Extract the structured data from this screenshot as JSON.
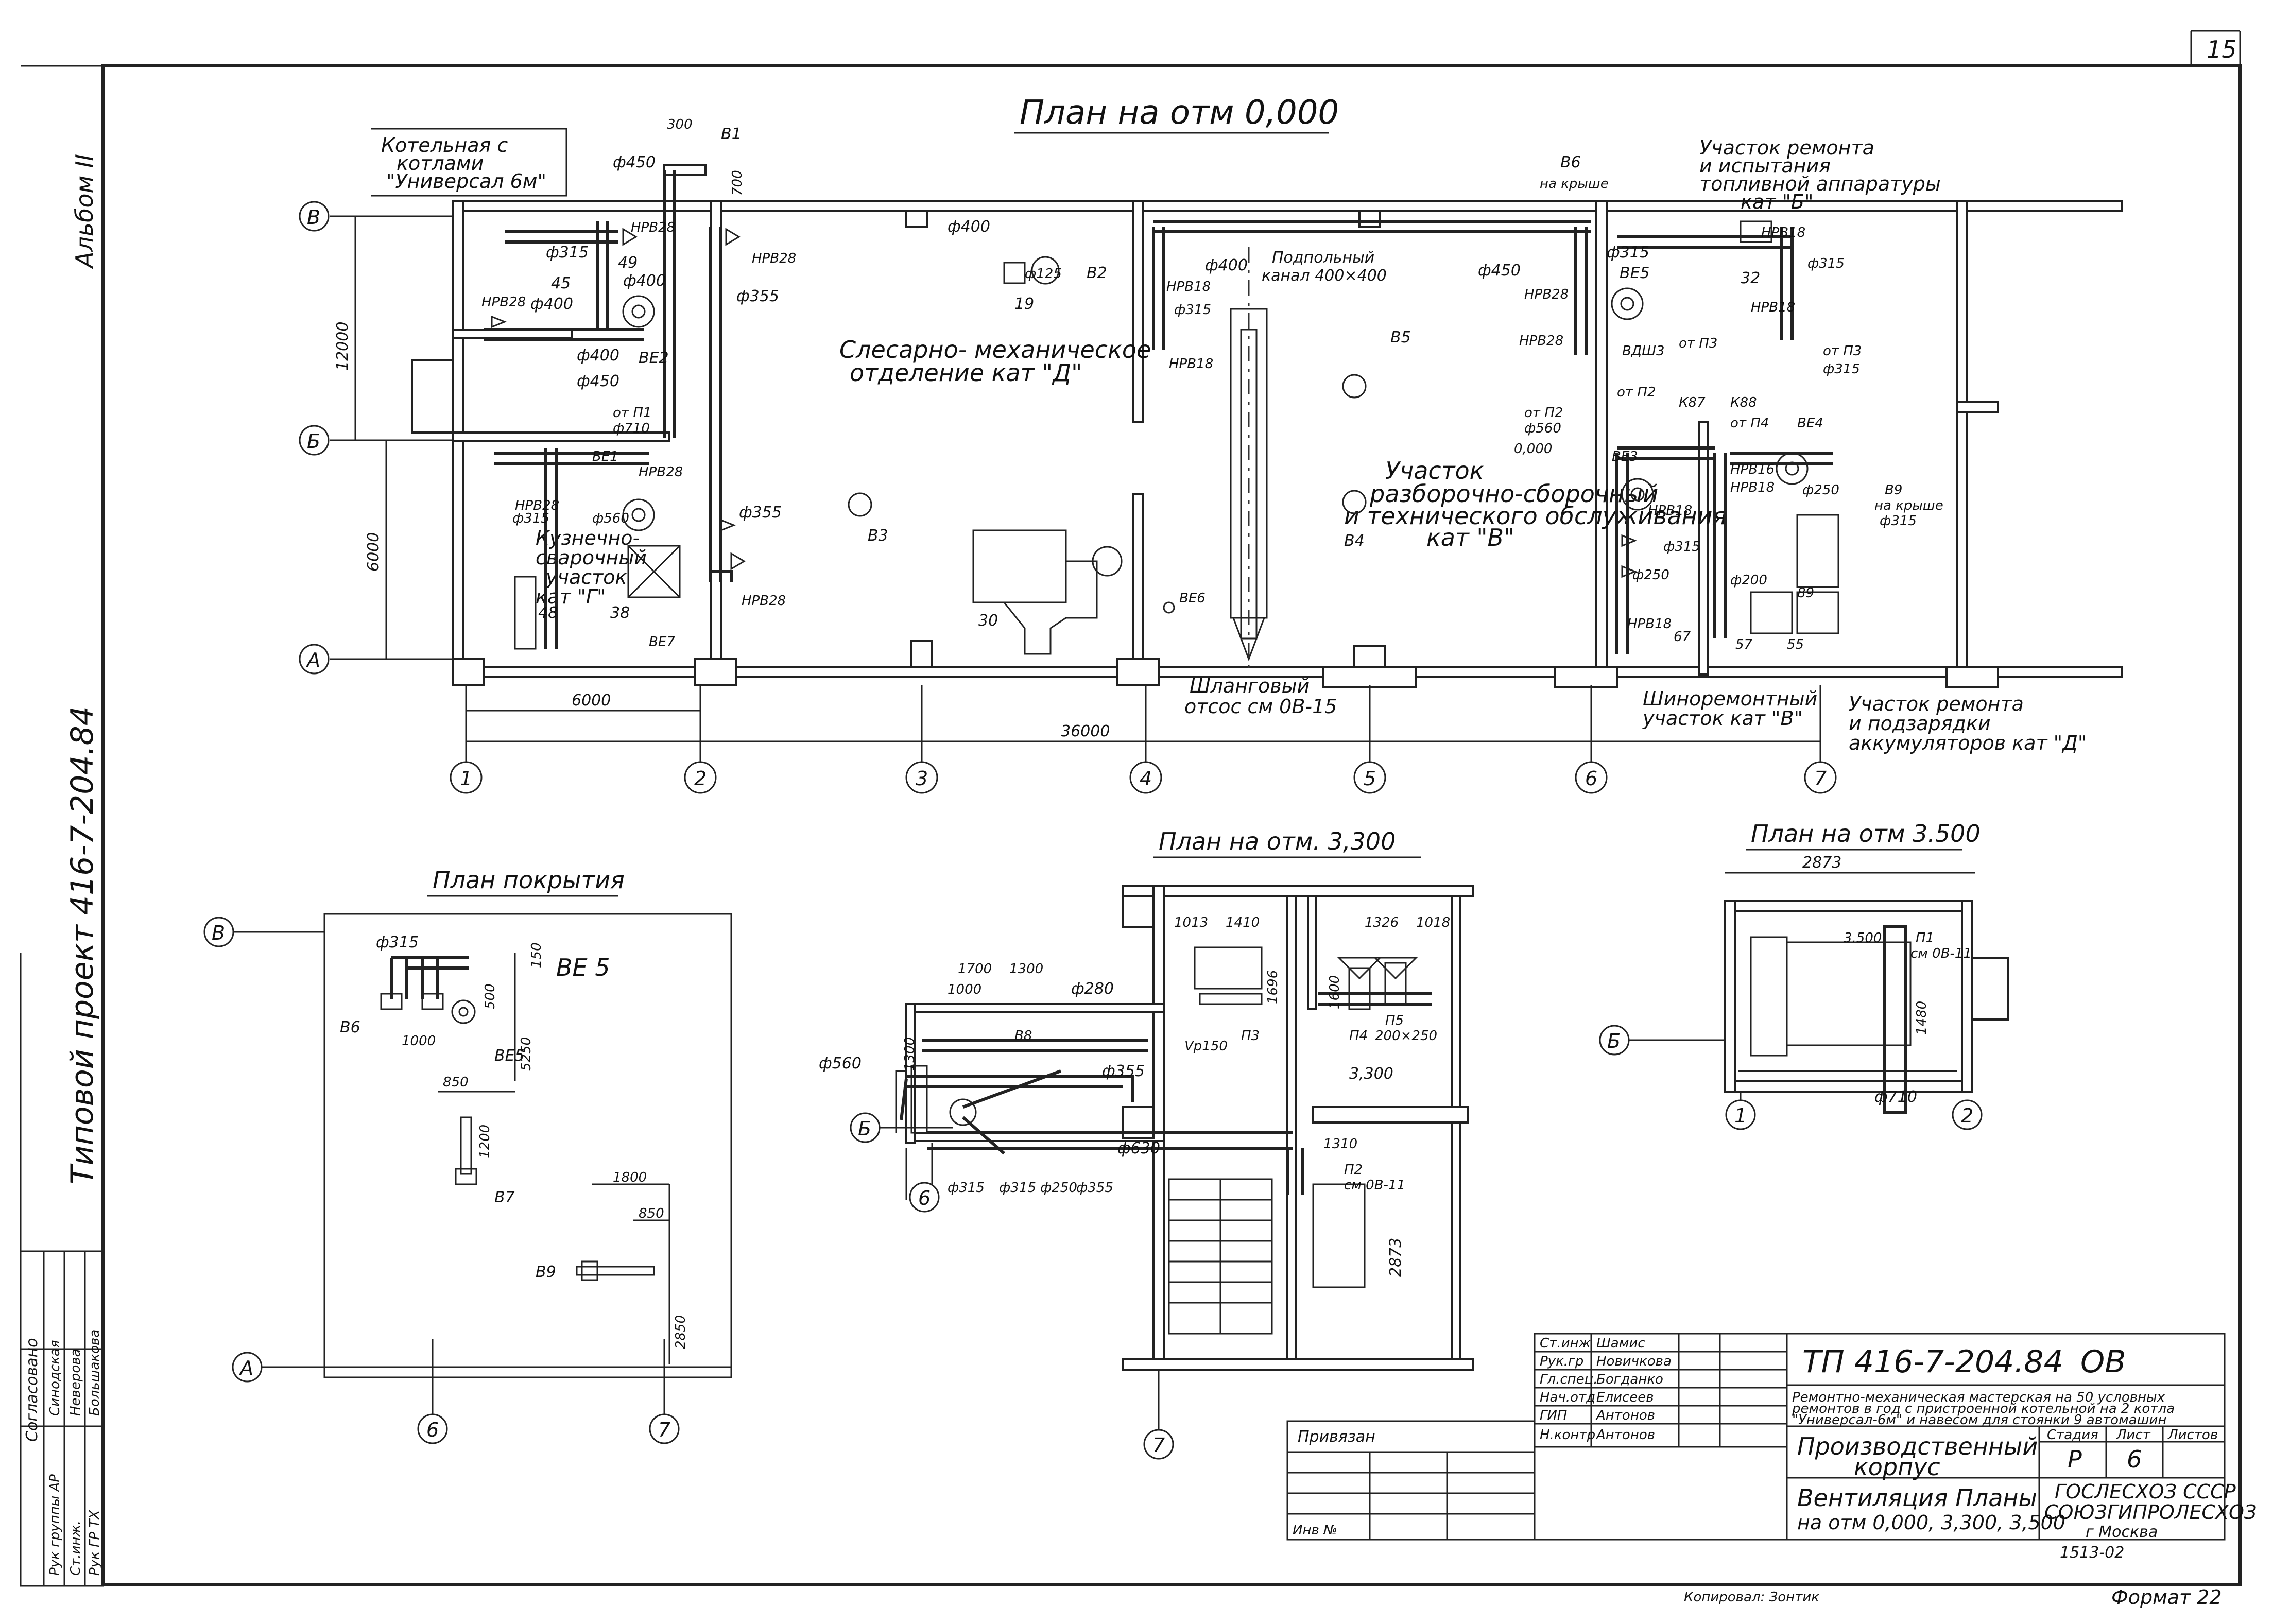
{
  "sheet": {
    "page_number": "15",
    "album": "Альбом II",
    "project": "Типовой проект 416-7-204.84",
    "format": "Формат 22",
    "copied": "Копировал: Зонтик",
    "archive_no": "1513-02"
  },
  "plan0": {
    "title": "План на отм 0,000",
    "rooms": {
      "boiler": [
        "Котельная с",
        "котлами",
        "\"Универсал 6м\""
      ],
      "locksmith": [
        "Слесарно- механическое",
        "отделение кат \"Д\""
      ],
      "forge": [
        "Кузнечно-",
        "сварочный",
        "участок",
        "кат \"Г\""
      ],
      "assembly": [
        "Участок",
        "разборочно-сборочный",
        "и технического обслуживания",
        "кат \"В\""
      ],
      "fuel": [
        "Участок ремонта",
        "и испытания",
        "топливной аппаратуры",
        "кат \"Б\""
      ],
      "tire": [
        "Шиноремонтный",
        "участок кат \"В\""
      ],
      "battery": [
        "Участок ремонта",
        "и подзарядки",
        "аккумуляторов кат \"Д\""
      ],
      "underfloor": [
        "Подпольный",
        "канал 400×400"
      ],
      "hose": [
        "Шланговый",
        "отсос см 0В-15"
      ]
    },
    "axes_letters": [
      "В",
      "Б",
      "А"
    ],
    "axes_numbers": [
      "1",
      "2",
      "3",
      "4",
      "5",
      "6",
      "7"
    ],
    "dims": {
      "d12000": "12000",
      "d6000v": "6000",
      "d6000h": "6000",
      "d36000": "36000"
    },
    "labels": {
      "d300": "300",
      "d700": "700",
      "b1": "В1",
      "f450a": "ф450",
      "hpv28a": "НРВ28",
      "f315a": "ф315",
      "n49": "49",
      "f400a": "ф400",
      "n45": "45",
      "hpv28b": "НРВ28",
      "f400b": "ф400",
      "be2": "ВЕ2",
      "f400c": "ф400",
      "f450b": "ф450",
      "otp1": "от П1",
      "f710": "ф710",
      "be1": "ВЕ1",
      "hpv28c": "НРВ28",
      "hpv28d": "НРВ28",
      "f315b": "ф315",
      "f560": "ф560",
      "n38": "38",
      "be7": "ВЕ7",
      "n48": "48",
      "hpv28e": "НРВ28",
      "f355a": "ф355",
      "f355b": "ф355",
      "hpv28f": "НРВ28",
      "f400d": "ф400",
      "f125": "ф125",
      "b2": "В2",
      "n19": "19",
      "b3": "В3",
      "n30": "30",
      "be6": "ВЕ6",
      "hpv18a": "НРВ18",
      "f400e": "ф400",
      "f315c": "ф315",
      "hpv18b": "НРВ18",
      "b5": "В5",
      "b4": "В4",
      "f450c": "ф450",
      "hpv28g": "НРВ28",
      "hpv28h": "НРВ28",
      "b6": "В6",
      "b6roof": "на крыше",
      "f315d": "ф315",
      "be5": "ВЕ5",
      "n32": "32",
      "hpv18c": "НРВ18",
      "f315e": "ф315",
      "hpv18d": "НРВ18",
      "vdsh3": "ВДШ3",
      "otp3a": "от П3",
      "otp3b": "от П3",
      "f315f": "ф315",
      "otp2a": "от П2",
      "f560b": "ф560",
      "level": "0,000",
      "otp2b": "от П2",
      "k87": "К87",
      "k88": "К88",
      "otp4": "от П4",
      "be4": "ВЕ4",
      "be3": "ВЕ3",
      "hpv18e": "НРВ18",
      "hpv18f": "НРВ18",
      "f315g": "ф315",
      "f250a": "ф250",
      "f250b": "ф250",
      "hpv18g": "НРВ18",
      "b9": "В9",
      "b9roof": "на крыше",
      "f315h": "ф315",
      "f200": "ф200",
      "n89": "89",
      "n57": "57",
      "n55": "55",
      "n67": "67",
      "hpv16": "НРВ16"
    }
  },
  "roof": {
    "title": "План покрытия",
    "axes": [
      "В",
      "А",
      "6",
      "7"
    ],
    "labels": {
      "f315": "ф315",
      "be5a": "ВЕ 5",
      "d150": "150",
      "d500": "500",
      "b6": "В6",
      "d1000": "1000",
      "be5b": "ВЕ5",
      "d5250": "5250",
      "d850a": "850",
      "d1200": "1200",
      "b7": "В7",
      "d1800": "1800",
      "d850b": "850",
      "b9": "В9",
      "d2850": "2850"
    }
  },
  "plan33": {
    "title": "План на отм. 3,300",
    "axes": [
      "Б",
      "6",
      "7"
    ],
    "labels": {
      "d1013a": "1013",
      "d1410": "1410",
      "d1326": "1326",
      "d1018": "1018",
      "d1700": "1700",
      "d1300a": "1300",
      "d1000": "1000",
      "f280": "ф280",
      "d1696": "1696",
      "d1600": "1600",
      "p5": "П5",
      "p5size": "200×250",
      "p4": "П4",
      "vr150": "Vр150",
      "p3": "П3",
      "d1300b": "1300",
      "f560": "ф560",
      "b8": "В8",
      "f355a": "ф355",
      "level": "3,300",
      "f630": "ф630",
      "d1310": "1310",
      "p2": "П2",
      "p2ref": "см 0В-11",
      "f315a": "ф315",
      "f315b": "ф315",
      "f250": "ф250",
      "f355b": "ф355",
      "d2873": "2873"
    }
  },
  "plan35": {
    "title": "План на отм 3.500",
    "axes": [
      "Б",
      "1",
      "2"
    ],
    "labels": {
      "d2873": "2873",
      "level": "3.500",
      "p1": "П1",
      "p1ref": "см 0В-11",
      "d1480": "1480",
      "f710": "ф710"
    }
  },
  "approval": {
    "header": "Согласовано",
    "rows": [
      {
        "role": "Рук группы АР",
        "name": "Синодская"
      },
      {
        "role": "Ст.инж.",
        "name": "Неверова"
      },
      {
        "role": "Рук ГР ТХ",
        "name": "Большакова"
      }
    ]
  },
  "title_block": {
    "staff": [
      {
        "role": "Ст.инж",
        "name": "Шамис"
      },
      {
        "role": "Рук.гр",
        "name": "Новичкова"
      },
      {
        "role": "Гл.спец.",
        "name": "Богданко"
      },
      {
        "role": "Нач.отд",
        "name": "Елисеев"
      },
      {
        "role": "ГИП",
        "name": "Антонов"
      },
      {
        "role": "Н.контр",
        "name": "Антонов"
      }
    ],
    "code": "ТП 416-7-204.84",
    "mark": "ОВ",
    "description": [
      "Ремонтно-механическая мастерская на 50 условных",
      "ремонтов в год с пристроенной котельной на 2 котла",
      "\"Универсал-6м\" и навесом для стоянки 9 автомашин"
    ],
    "object": [
      "Производственный",
      "корпус"
    ],
    "sheet_title": [
      "Вентиляция Планы",
      "на отм 0,000, 3,300, 3,500"
    ],
    "stage_label": "Стадия",
    "stage": "Р",
    "sheet_label": "Лист",
    "sheet_no": "6",
    "sheets_label": "Листов",
    "sheets": "",
    "org": [
      "ГОСЛЕСХОЗ СССР",
      "СОЮЗГИПРОЛЕСХОЗ",
      "г Москва"
    ],
    "privyazan": "Привязан",
    "inv": "Инв №"
  }
}
